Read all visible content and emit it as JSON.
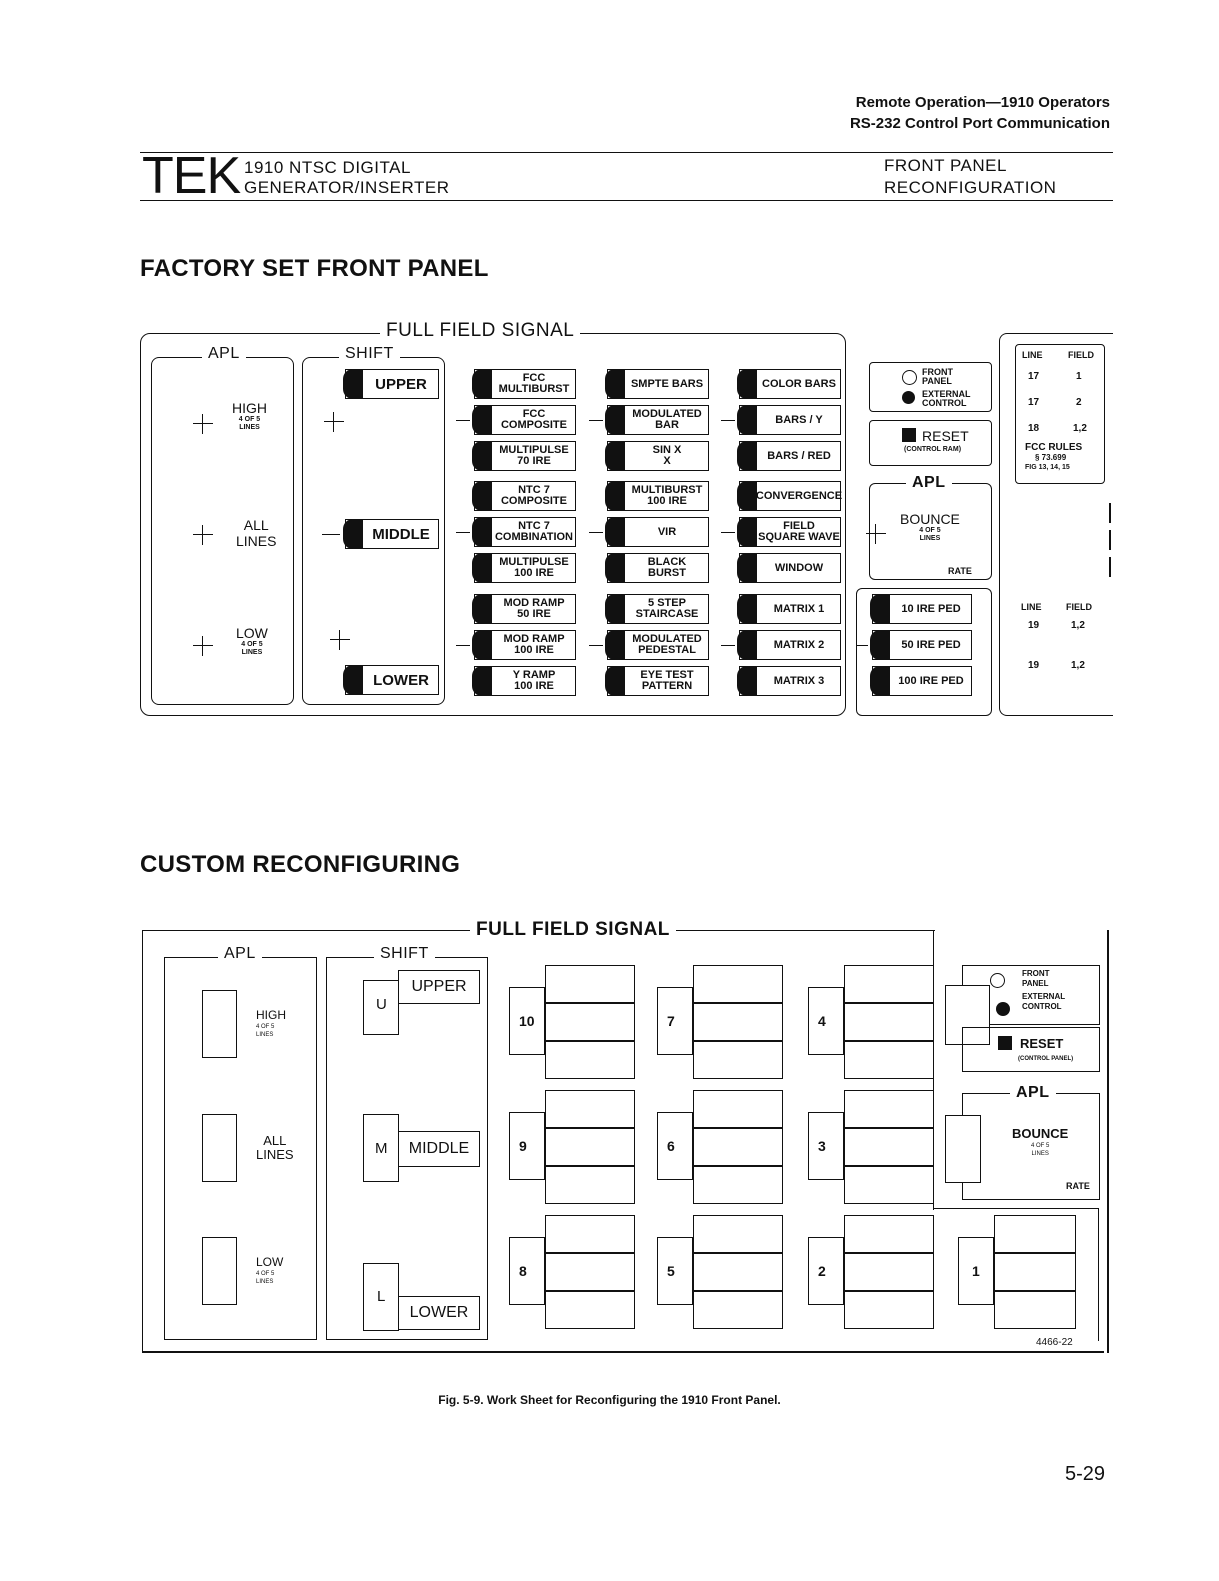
{
  "header": {
    "line1": "Remote Operation—1910 Operators",
    "line2": "RS-232 Control Port Communication",
    "brand": "TEK",
    "product_line1": "1910 NTSC DIGITAL",
    "product_line2": "GENERATOR/INSERTER",
    "section_line1": "FRONT PANEL",
    "section_line2": "RECONFIGURATION"
  },
  "factory": {
    "title": "FACTORY SET FRONT PANEL",
    "full_field": "FULL FIELD SIGNAL",
    "apl": "APL",
    "shift": "SHIFT",
    "high": "HIGH",
    "all": "ALL",
    "lines": "LINES",
    "low": "LOW",
    "four_of_five": "4 OF 5",
    "lines_small": "LINES",
    "upper": "UPPER",
    "middle": "MIDDLE",
    "lower": "LOWER",
    "keys": [
      [
        "FCC\nMULTIBURST",
        "FCC\nCOMPOSITE",
        "MULTIPULSE\n70 IRE",
        "NTC 7\nCOMPOSITE",
        "NTC 7\nCOMBINATION",
        "MULTIPULSE\n100 IRE",
        "MOD RAMP\n50 IRE",
        "MOD RAMP\n100 IRE",
        "Y RAMP\n100 IRE"
      ],
      [
        "SMPTE BARS",
        "MODULATED\nBAR",
        "SIN X\nX",
        "MULTIBURST\n100 IRE",
        "VIR",
        "BLACK\nBURST",
        "5 STEP\nSTAIRCASE",
        "MODULATED\nPEDESTAL",
        "EYE TEST\nPATTERN"
      ],
      [
        "COLOR BARS",
        "BARS / Y",
        "BARS / RED",
        "CONVERGENCE",
        "FIELD\nSQUARE WAVE",
        "WINDOW",
        "MATRIX 1",
        "MATRIX 2",
        "MATRIX 3"
      ]
    ],
    "ped_keys": [
      "10 IRE PED",
      "50 IRE PED",
      "100 IRE PED"
    ],
    "control": {
      "front": "FRONT",
      "panel": "PANEL",
      "external": "EXTERNAL",
      "control": "CONTROL",
      "reset": "RESET",
      "reset_sub": "(CONTROL RAM)",
      "apl": "APL",
      "bounce": "BOUNCE",
      "bounce_sub1": "4 OF 5",
      "bounce_sub2": "LINES",
      "rate": "RATE"
    },
    "side_table": {
      "col1": "LINE",
      "col2": "FIELD",
      "rows": [
        [
          "17",
          "1"
        ],
        [
          "17",
          "2"
        ],
        [
          "18",
          "1,2"
        ]
      ],
      "rules1": "FCC RULES",
      "rules2": "§ 73.699",
      "rules3": "FIG 13, 14, 15",
      "col1b": "LINE",
      "col2b": "FIELD",
      "rows_b": [
        [
          "19",
          "1,2"
        ],
        [
          "19",
          "1,2"
        ]
      ]
    }
  },
  "custom": {
    "title": "CUSTOM RECONFIGURING",
    "full_field": "FULL FIELD SIGNAL",
    "apl": "APL",
    "shift": "SHIFT",
    "high": "HIGH",
    "all1": "ALL",
    "all2": "LINES",
    "low": "LOW",
    "four_of_five": "4 OF 5",
    "lines_small": "LINES",
    "upper": "UPPER",
    "middle": "MIDDLE",
    "lower": "LOWER",
    "u": "U",
    "m": "M",
    "l": "L",
    "slot_numbers": [
      "10",
      "7",
      "4",
      "9",
      "6",
      "3",
      "8",
      "5",
      "2",
      "1"
    ],
    "control": {
      "front": "FRONT",
      "panel": "PANEL",
      "external": "EXTERNAL",
      "control": "CONTROL",
      "reset": "RESET",
      "reset_sub": "(CONTROL PANEL)",
      "apl": "APL",
      "bounce": "BOUNCE",
      "bounce_sub1": "4 OF 5",
      "bounce_sub2": "LINES",
      "rate": "RATE"
    },
    "figure_id": "4466-22"
  },
  "caption": "Fig. 5-9. Work Sheet for Reconfiguring the 1910 Front Panel.",
  "page_number": "5-29"
}
